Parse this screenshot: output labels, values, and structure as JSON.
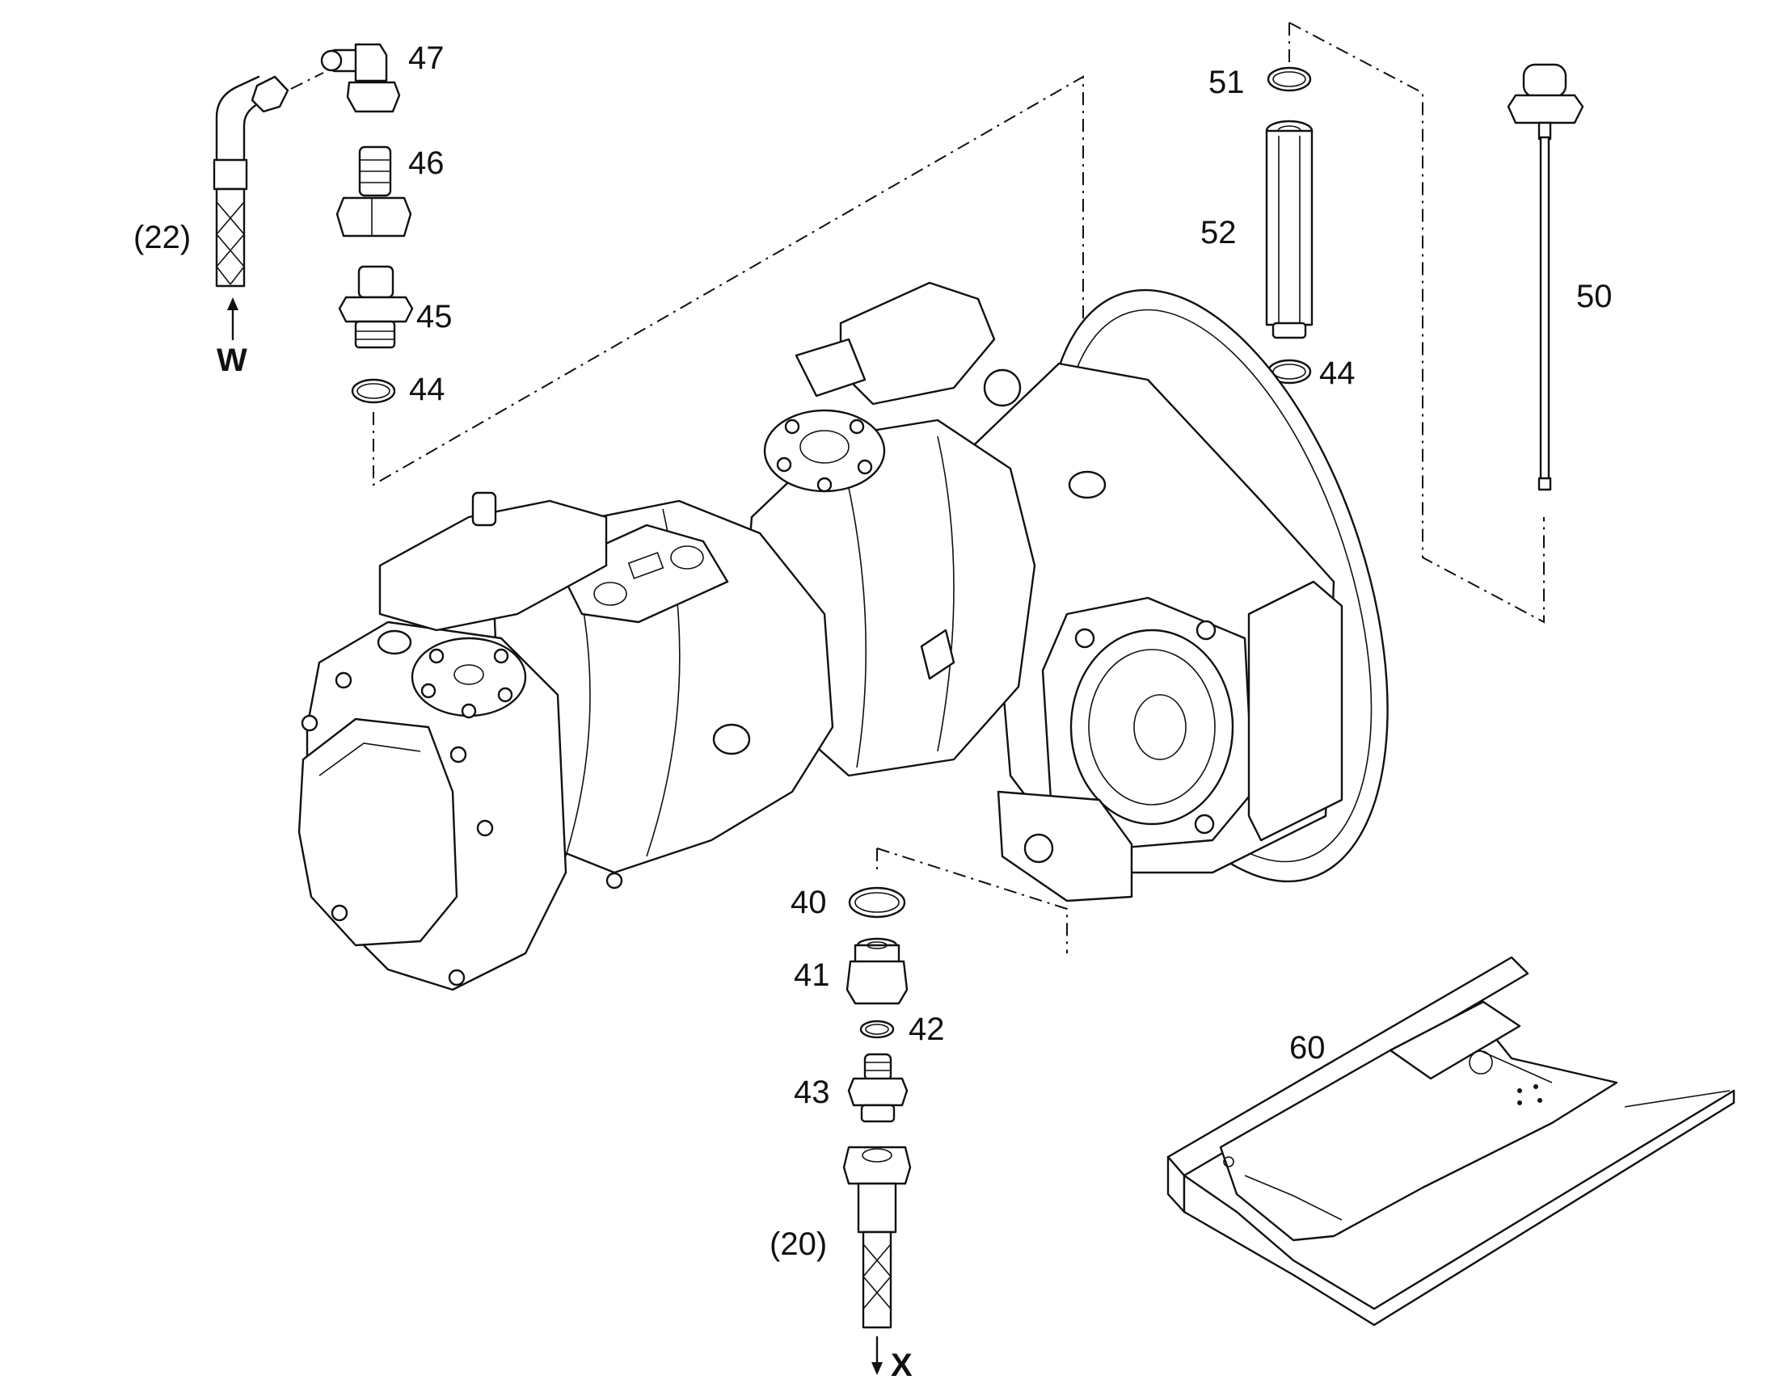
{
  "callouts": {
    "p47": "47",
    "p46": "46",
    "p45": "45",
    "p44_left": "44",
    "p22": "(22)",
    "pW": "W",
    "p51": "51",
    "p52": "52",
    "p44_right": "44",
    "p50": "50",
    "p40": "40",
    "p41": "41",
    "p42": "42",
    "p43": "43",
    "p20": "(20)",
    "pX": "X",
    "p60": "60"
  },
  "colors": {
    "line": "#111111",
    "background": "#ffffff"
  }
}
